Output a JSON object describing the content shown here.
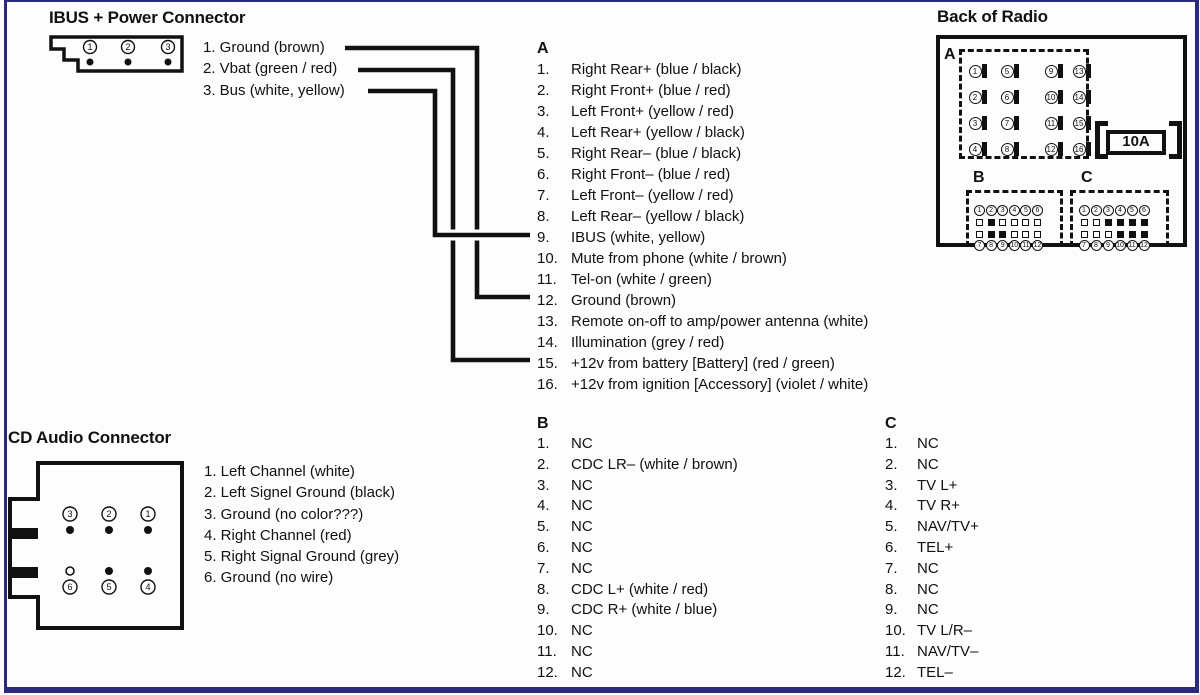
{
  "page": {
    "background": "#fdfdfd",
    "frame_color": "#2a2a7e",
    "ink": "#111111"
  },
  "ibus": {
    "title": "IBUS + Power Connector",
    "pin_numbers": [
      "1",
      "2",
      "3"
    ],
    "labels": [
      "1. Ground (brown)",
      "2. Vbat (green / red)",
      "3. Bus (white, yellow)"
    ]
  },
  "cd": {
    "title": "CD Audio Connector",
    "top_pin_numbers": [
      "3",
      "2",
      "1"
    ],
    "bottom_pin_numbers": [
      "6",
      "5",
      "4"
    ],
    "labels": [
      "1. Left Channel (white)",
      "2. Left Signel Ground (black)",
      "3. Ground (no color???)",
      "4. Right Channel (red)",
      "5. Right Signal Ground (grey)",
      "6. Ground (no wire)"
    ]
  },
  "pinout_a": {
    "header": "A",
    "items": [
      "Right Rear+ (blue / black)",
      "Right Front+ (blue / red)",
      "Left Front+ (yellow / red)",
      "Left Rear+ (yellow / black)",
      "Right Rear– (blue / black)",
      "Right Front– (blue / red)",
      "Left Front– (yellow / red)",
      "Left Rear– (yellow / black)",
      "IBUS (white, yellow)",
      "Mute from phone (white / brown)",
      "Tel-on (white / green)",
      "Ground (brown)",
      "Remote on-off to amp/power antenna (white)",
      "Illumination (grey / red)",
      "+12v from battery [Battery] (red / green)",
      "+12v from ignition [Accessory] (violet / white)"
    ]
  },
  "pinout_b": {
    "header": "B",
    "items": [
      "NC",
      "CDC LR– (white / brown)",
      "NC",
      "NC",
      "NC",
      "NC",
      "NC",
      "CDC L+ (white / red)",
      "CDC R+ (white / blue)",
      "NC",
      "NC",
      "NC"
    ]
  },
  "pinout_c": {
    "header": "C",
    "items": [
      "NC",
      "NC",
      "TV L+",
      "TV R+",
      "NAV/TV+",
      "TEL+",
      "NC",
      "NC",
      "NC",
      "TV L/R–",
      "NAV/TV–",
      "TEL–"
    ]
  },
  "back_of_radio": {
    "title": "Back of Radio",
    "fuse_label": "10A",
    "connector_a": {
      "label": "A",
      "columns": [
        [
          1,
          2,
          3,
          4
        ],
        [
          5,
          6,
          7,
          8
        ],
        [
          9,
          10,
          11,
          12
        ],
        [
          13,
          14,
          15,
          16
        ]
      ]
    },
    "connector_b": {
      "label": "B",
      "top_pins": [
        1,
        2,
        3,
        4,
        5,
        6
      ],
      "bottom_pins": [
        7,
        8,
        9,
        10,
        11,
        12
      ],
      "top_filled": [
        false,
        true,
        false,
        false,
        false,
        false
      ],
      "bottom_filled": [
        false,
        true,
        true,
        false,
        false,
        false
      ]
    },
    "connector_c": {
      "label": "C",
      "top_pins": [
        1,
        2,
        3,
        4,
        5,
        6
      ],
      "bottom_pins": [
        7,
        8,
        9,
        10,
        11,
        12
      ],
      "top_filled": [
        false,
        false,
        true,
        true,
        true,
        true
      ],
      "bottom_filled": [
        false,
        false,
        false,
        true,
        true,
        true
      ]
    }
  }
}
